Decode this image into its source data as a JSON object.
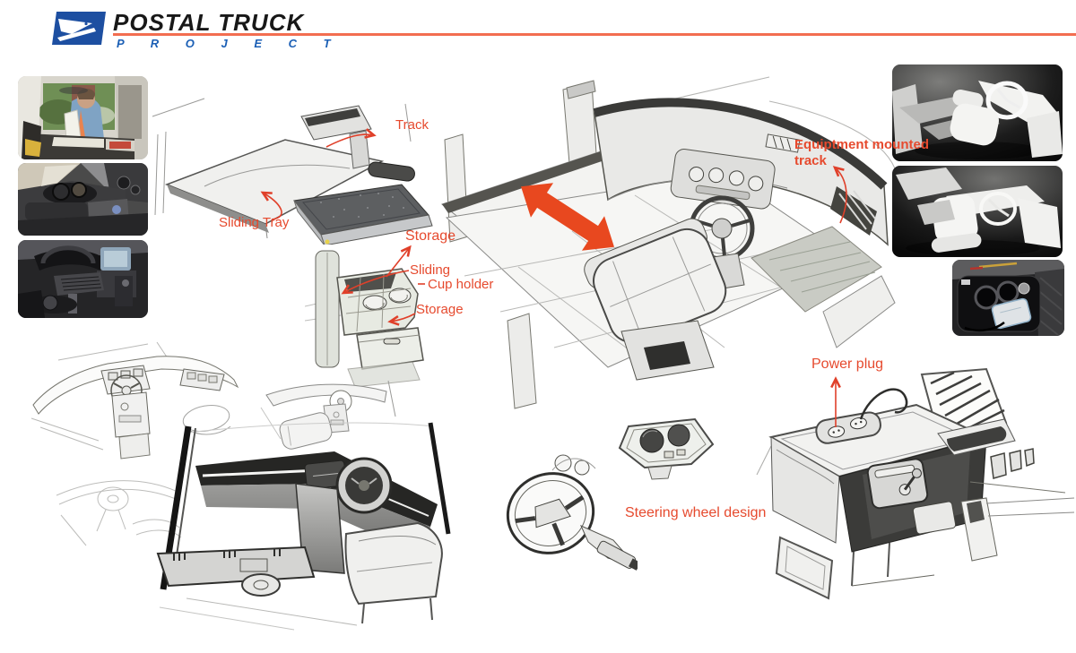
{
  "header": {
    "title": "POSTAL TRUCK",
    "subtitle": "P R O J E C T",
    "logo": "usps-eagle-logo"
  },
  "colors": {
    "annotation_red": "#e64a2e",
    "arrow_orange": "#e8481f",
    "header_line_orange": "#f26e50",
    "logo_blue": "#1d4fa1",
    "subtitle_blue": "#1b5fb5"
  },
  "annotations": {
    "track": "Track",
    "sliding_tray": "Sliding Tray",
    "storage_top": "Storage",
    "sliding": "Sliding",
    "cup_holder": "Cup holder",
    "storage_bottom": "Storage",
    "equipment_line1": "Equiptment mounted",
    "equipment_line2": "track",
    "power_plug": "Power plug",
    "steering_wheel_design": "Steering wheel design"
  },
  "media": {
    "photo_top": "photo-mail-carrier-reading-in-truck",
    "photo_middle": "photo-console-cup-holders",
    "photo_bottom": "photo-cab-equipment-mounts",
    "photo_tray": "photo-sliding-tray-hardware",
    "render_top": "render-interior-overview",
    "render_middle": "render-interior-seat-view",
    "photo_power": "photo-console-power-plug"
  }
}
